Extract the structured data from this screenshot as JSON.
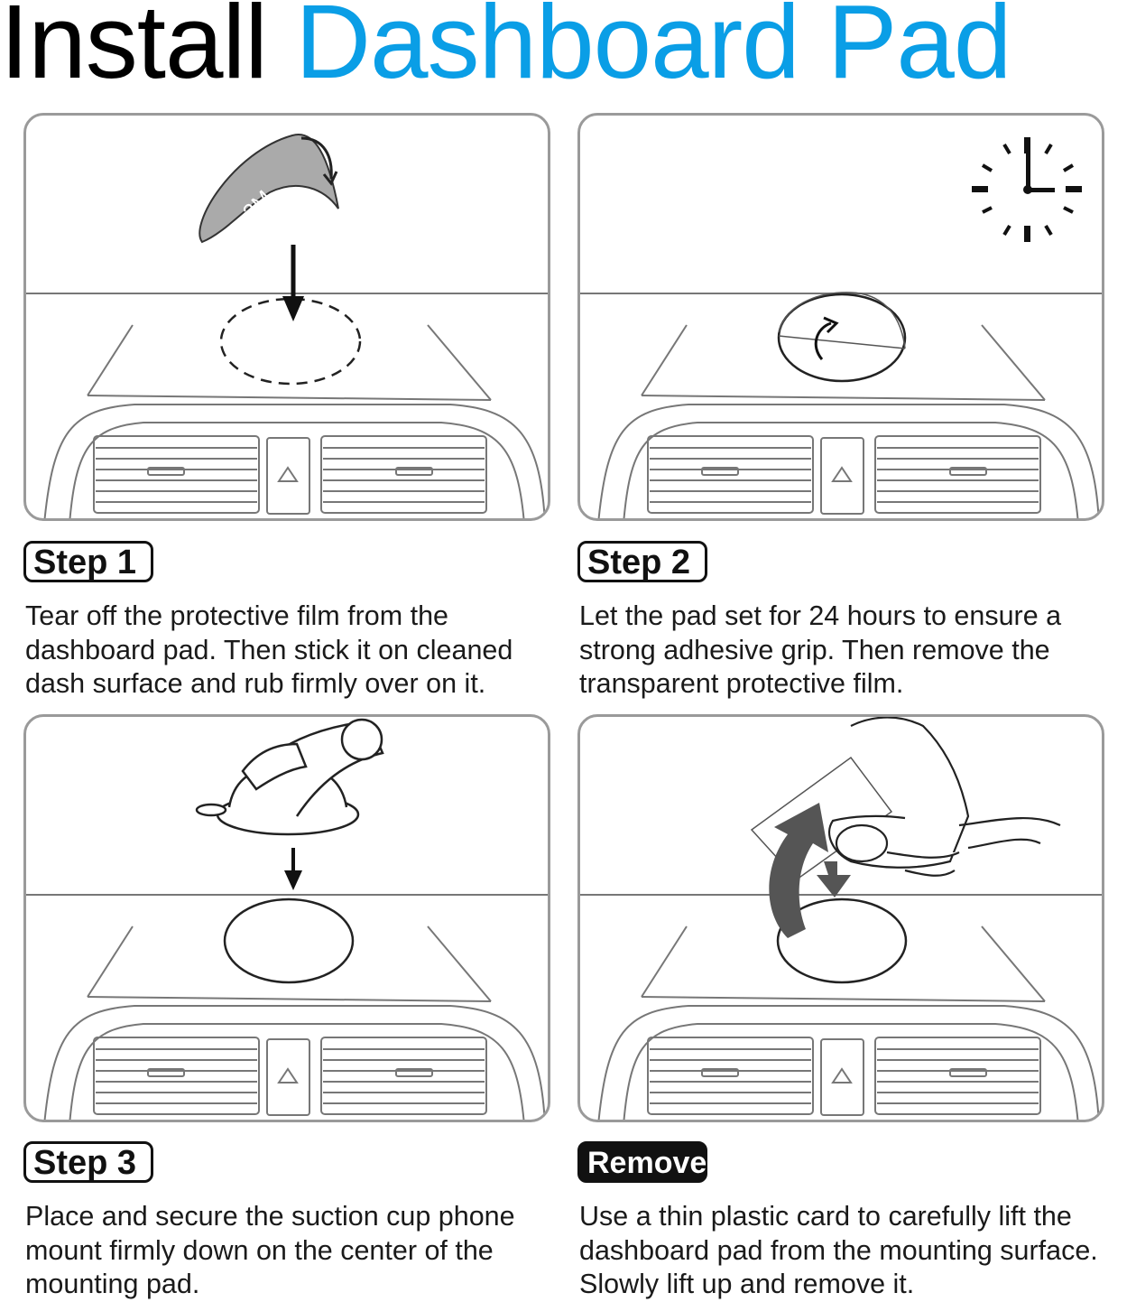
{
  "title": {
    "part1": "Install",
    "part2": "Dashboard Pad"
  },
  "steps": [
    {
      "label": "Step 1",
      "text": "Tear off the protective film from the dashboard pad. Then stick it on cleaned dash surface and rub firmly over on it.",
      "badge": "3M"
    },
    {
      "label": "Step 2",
      "text": "Let the pad set for 24 hours to ensure a strong adhesive grip. Then remove the transparent protective film."
    },
    {
      "label": "Step 3",
      "text": "Place and secure the suction cup phone mount firmly down on the center of the mounting pad."
    },
    {
      "label": "Remove",
      "text": "Use a thin plastic card to carefully lift the dashboard pad from the mounting surface. Slowly lift up and remove it."
    }
  ],
  "colors": {
    "accent": "#0a9ee6",
    "text": "#1a1a1a",
    "outline": "#9a9a9a"
  },
  "icons": [
    "adhesive-film-icon",
    "clock-icon",
    "suction-mount-icon",
    "hand-card-icon"
  ]
}
